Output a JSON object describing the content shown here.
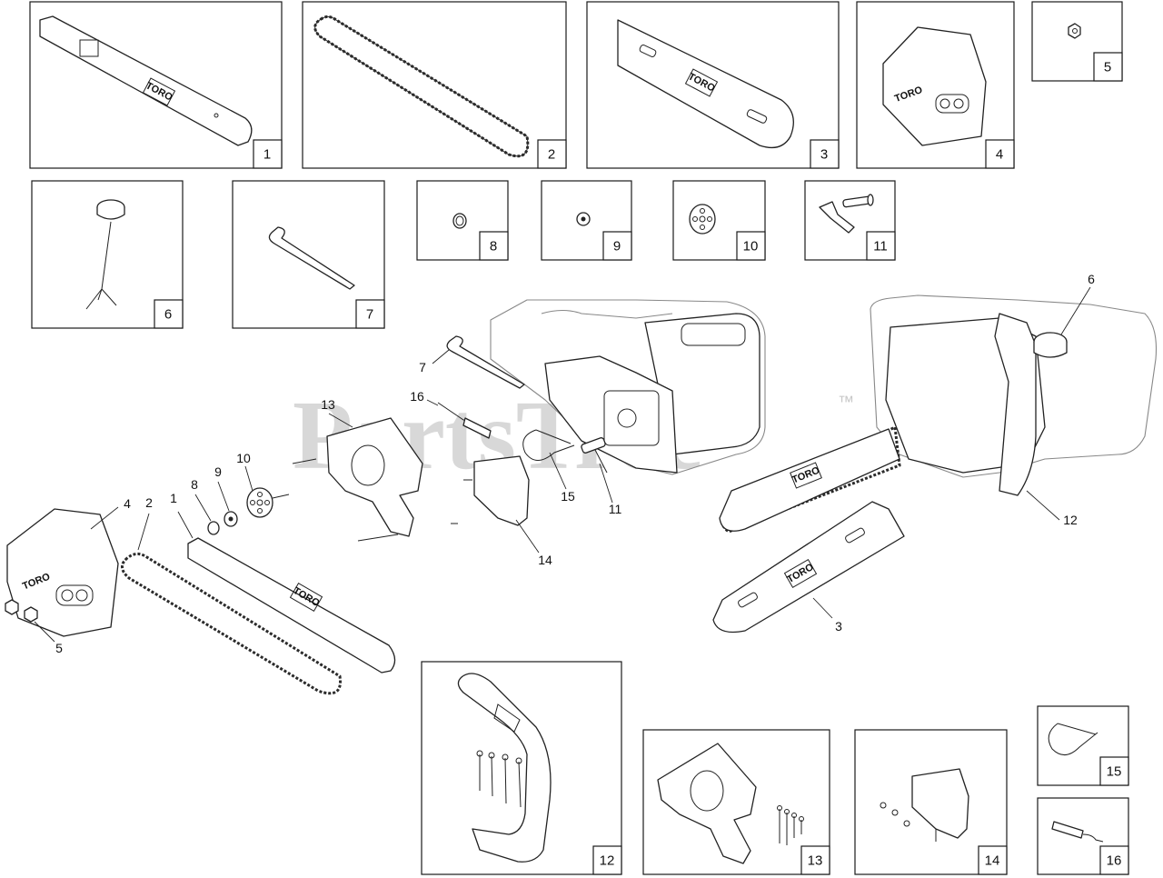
{
  "watermark": {
    "text": "PartsTree",
    "trademark": "™"
  },
  "brand_marks": {
    "logo": "TORO"
  },
  "panels": [
    {
      "id": "1",
      "label": "1",
      "part": "bar"
    },
    {
      "id": "2",
      "label": "2",
      "part": "chain"
    },
    {
      "id": "3",
      "label": "3",
      "part": "scabbard"
    },
    {
      "id": "4",
      "label": "4",
      "part": "side-cover"
    },
    {
      "id": "5",
      "label": "5",
      "part": "nut"
    },
    {
      "id": "6",
      "label": "6",
      "part": "oil-cap"
    },
    {
      "id": "7",
      "label": "7",
      "part": "cotter-pin"
    },
    {
      "id": "8",
      "label": "8",
      "part": "ring"
    },
    {
      "id": "9",
      "label": "9",
      "part": "washer"
    },
    {
      "id": "10",
      "label": "10",
      "part": "sprocket"
    },
    {
      "id": "11",
      "label": "11",
      "part": "tensioner"
    },
    {
      "id": "12",
      "label": "12",
      "part": "front-handle"
    },
    {
      "id": "13",
      "label": "13",
      "part": "plate"
    },
    {
      "id": "14",
      "label": "14",
      "part": "bracket"
    },
    {
      "id": "15",
      "label": "15",
      "part": "spring-clip"
    },
    {
      "id": "16",
      "label": "16",
      "part": "spring"
    }
  ],
  "callouts": [
    "7",
    "16",
    "13",
    "10",
    "9",
    "8",
    "1",
    "2",
    "4",
    "5",
    "15",
    "11",
    "14",
    "6",
    "12",
    "3"
  ]
}
